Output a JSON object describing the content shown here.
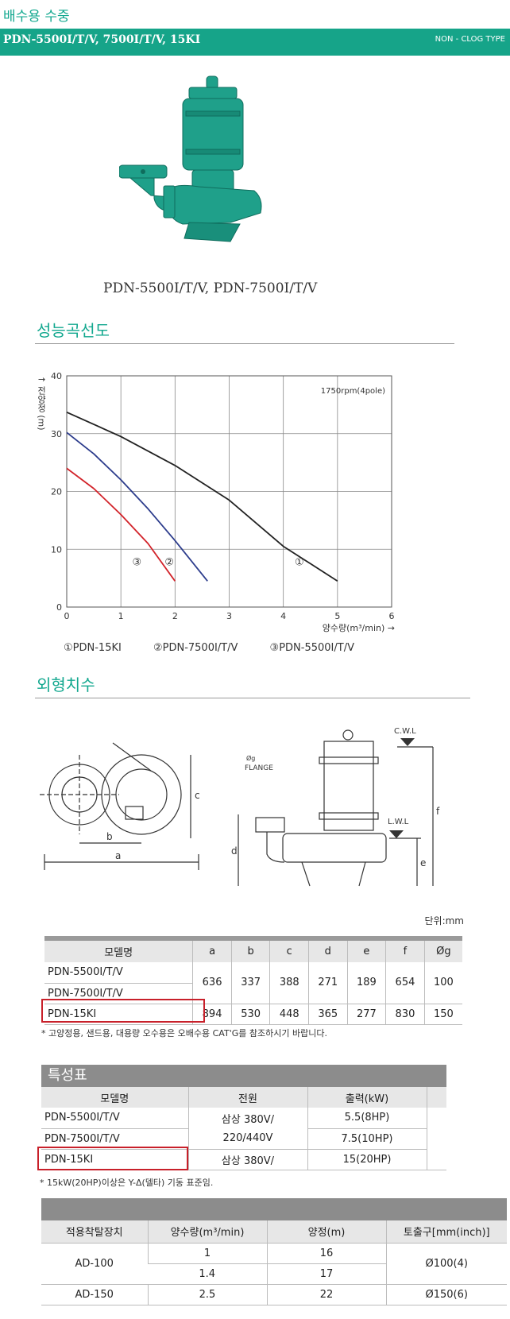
{
  "header": {
    "category": "배수용 수중",
    "model_line": "PDN-5500I/T/V, 7500I/T/V, 15KI",
    "type_label": "NON - CLOG TYPE"
  },
  "product": {
    "caption": "PDN-5500I/T/V, PDN-7500I/T/V",
    "pump_color": "#1fa08a"
  },
  "performance": {
    "section_title": "성능곡선도"
  },
  "chart_data": {
    "type": "line",
    "ylabel": "↑ 전양정 (m)",
    "xlabel": "양수량(m³/min) →",
    "annotation": "1750rpm(4pole)",
    "xlim": [
      0,
      6
    ],
    "ylim": [
      0,
      40
    ],
    "xticks": [
      0,
      1,
      2,
      3,
      4,
      5,
      6
    ],
    "yticks": [
      0,
      10,
      20,
      30,
      40
    ],
    "grid": true,
    "series": [
      {
        "name": "①PDN-15KI",
        "marker": "①",
        "color": "#222222",
        "x": [
          0,
          1,
          2,
          3,
          4,
          4.5,
          5
        ],
        "y": [
          33.7,
          29.5,
          24.5,
          18.5,
          10.5,
          7.5,
          4.5
        ]
      },
      {
        "name": "②PDN-7500I/T/V",
        "marker": "②",
        "color": "#2c3c8c",
        "x": [
          0,
          0.5,
          1,
          1.5,
          2,
          2.6
        ],
        "y": [
          30.2,
          26.5,
          22,
          17,
          11.5,
          4.5
        ]
      },
      {
        "name": "③PDN-5500I/T/V",
        "marker": "③",
        "color": "#d2232a",
        "x": [
          0,
          0.5,
          1,
          1.5,
          2
        ],
        "y": [
          24,
          20.5,
          16,
          11,
          4.5
        ]
      }
    ]
  },
  "dimensions": {
    "section_title": "외형치수",
    "unit": "단위:mm",
    "drawing_labels": {
      "a": "a",
      "b": "b",
      "c": "c",
      "d": "d",
      "e": "e",
      "f": "f",
      "g": "Øg",
      "flange": "FLANGE",
      "cwl": "C.W.L",
      "lwl": "L.W.L"
    },
    "columns": [
      "모델명",
      "a",
      "b",
      "c",
      "d",
      "e",
      "f",
      "Øg"
    ],
    "rows": [
      {
        "models": [
          "PDN-5500I/T/V",
          "PDN-7500I/T/V"
        ],
        "values": [
          "636",
          "337",
          "388",
          "271",
          "189",
          "654",
          "100"
        ]
      },
      {
        "models": [
          "PDN-15KI"
        ],
        "values": [
          "894",
          "530",
          "448",
          "365",
          "277",
          "830",
          "150"
        ]
      }
    ],
    "note": "* 고양정용, 샌드용, 대용량 오수용은 오배수용 CAT'G를 참조하시기 바랍니다."
  },
  "specs": {
    "title": "특성표",
    "columns": [
      "모델명",
      "전원",
      "출력(kW)"
    ],
    "rows": [
      {
        "model": "PDN-5500I/T/V",
        "power": "5.5(8HP)"
      },
      {
        "model": "PDN-7500I/T/V",
        "power": "7.5(10HP)"
      },
      {
        "model": "PDN-15KI",
        "power": "15(20HP)"
      }
    ],
    "voltage_a_line1": "삼상 380V/",
    "voltage_a_line2": "220/440V",
    "voltage_b": "삼상 380V/",
    "note": "* 15kW(20HP)이상은 Y-Δ(델타) 기동 표준임."
  },
  "fitting": {
    "columns": [
      "적용착탈장치",
      "양수량(m³/min)",
      "양정(m)",
      "토출구[mm(inch)]"
    ],
    "rows": [
      {
        "device": "AD-100",
        "flows": [
          "1",
          "1.4"
        ],
        "heads": [
          "16",
          "17"
        ],
        "outlet": "Ø100(4)"
      },
      {
        "device": "AD-150",
        "flows": [
          "2.5"
        ],
        "heads": [
          "22"
        ],
        "outlet": "Ø150(6)"
      }
    ]
  }
}
